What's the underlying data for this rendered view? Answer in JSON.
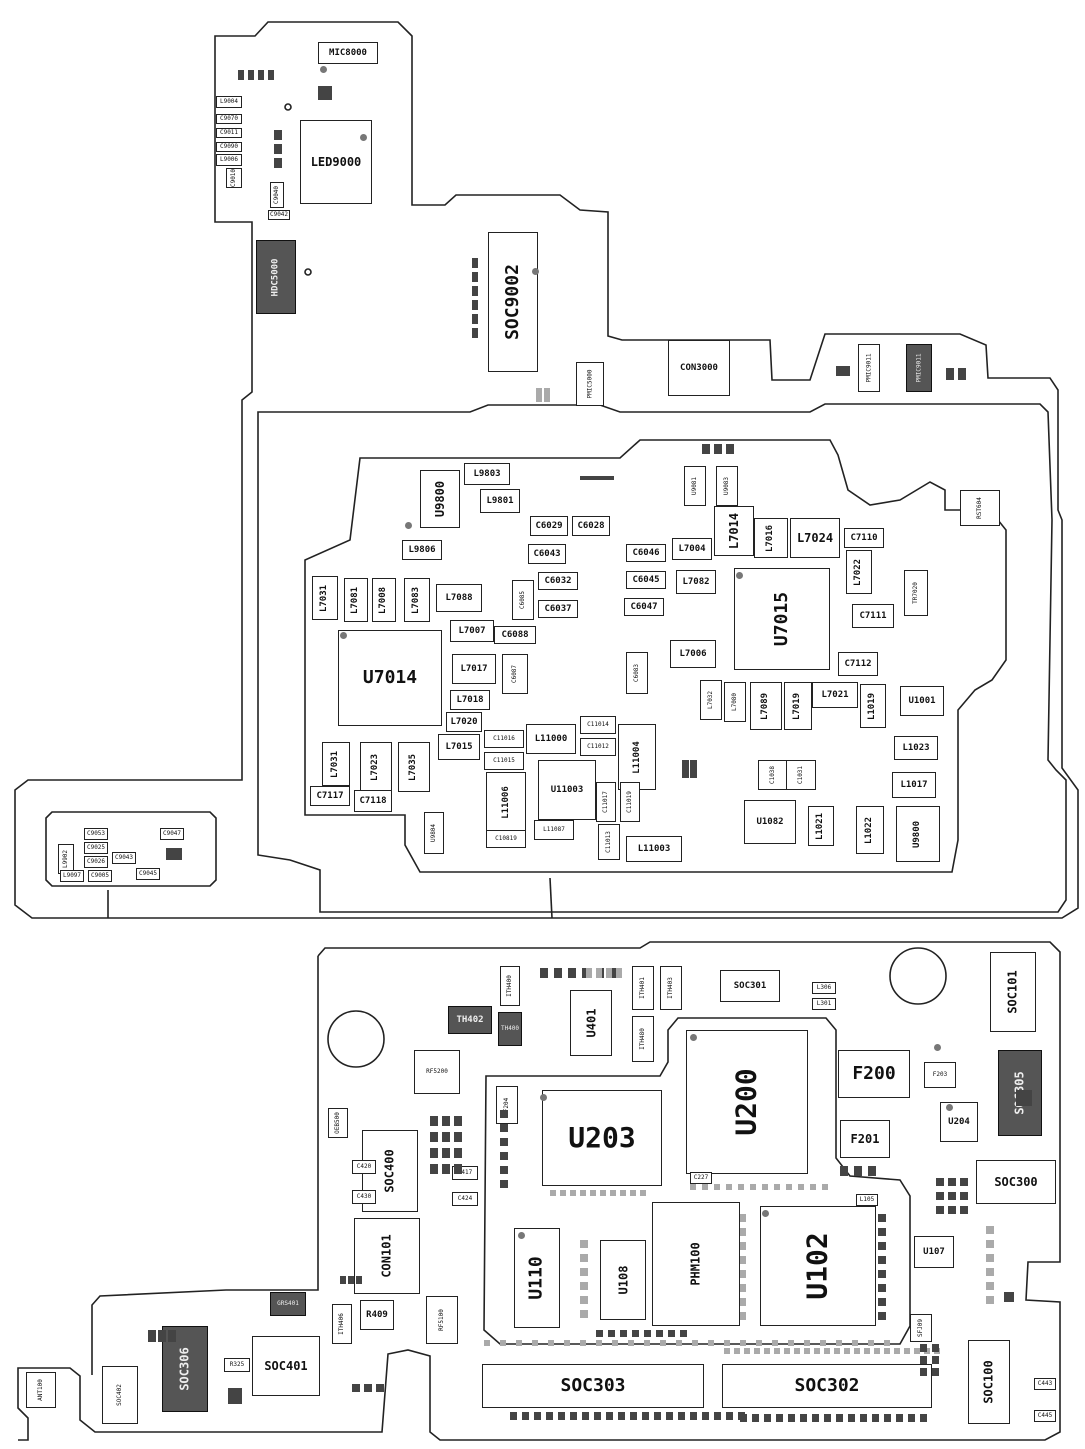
{
  "colors": {
    "outline": "#222222",
    "dark_part": "#555555",
    "mid_part": "#8a8a8a",
    "pin_marker": "#777777"
  },
  "components": {
    "MIC8000": "MIC8000",
    "LED9000": "LED9000",
    "HDC5000": "HDC5000",
    "SOC9002": "SOC9002",
    "CON3000": "CON3000",
    "PMIC9011a": "PMIC9011",
    "PMIC9011b": "PMIC9011",
    "PMIC5000": "PMIC5000",
    "RST604": "RST604",
    "L9004": "L9004",
    "C9070": "C9070",
    "C9011": "C9011",
    "C9090": "C9090",
    "L9006": "L9006",
    "C9042": "C9042",
    "C9010": "C9010",
    "C9040": "C9040",
    "L9803": "L9803",
    "L9801": "L9801",
    "U9800": "U9800",
    "L9806": "L9806",
    "U9081": "U9081",
    "U9083": "U9083",
    "C6029": "C6029",
    "C6028": "C6028",
    "C6043": "C6043",
    "C6046": "C6046",
    "C6045": "C6045",
    "C6032": "C6032",
    "C6037": "C6037",
    "C6047": "C6047",
    "C6088": "C6088",
    "C6087": "C6087",
    "C6083": "C6083",
    "C6085": "C6085",
    "L7014": "L7014",
    "L7016": "L7016",
    "L7024": "L7024",
    "C7110": "C7110",
    "L7004": "L7004",
    "L7022": "L7022",
    "L7082": "L7082",
    "L7081": "L7081",
    "L7008": "L7008",
    "L7083": "L7083",
    "L7031": "L7031",
    "L7088": "L7088",
    "L7007": "L7007",
    "L7017": "L7017",
    "L7006": "L7006",
    "L7018": "L7018",
    "L7020": "L7020",
    "L7015": "L7015",
    "L7023": "L7023",
    "L7035": "L7035",
    "L7032": "L7032",
    "L7089": "L7089",
    "L7019": "L7019",
    "L7021": "L7021",
    "L7080": "L7080",
    "U7014": "U7014",
    "U7015": "U7015",
    "TR7020": "TR7020",
    "C7111": "C7111",
    "C7112": "C7112",
    "C7117": "C7117",
    "C7118": "C7118",
    "L11000": "L11000",
    "C11016": "C11016",
    "C11015": "C11015",
    "C11014": "C11014",
    "C11012": "C11012",
    "L11004": "L11004",
    "L11006": "L11006",
    "U11003": "U11003",
    "C11017": "C11017",
    "C11019": "C11019",
    "L11087": "L11087",
    "C11013": "C11013",
    "L11003": "L11003",
    "C10819": "C10819",
    "L1019": "L1019",
    "U1001": "U1001",
    "L1023": "L1023",
    "L1017": "L1017",
    "L1022": "L1022",
    "U9800b": "U9800",
    "L1021": "L1021",
    "U1082": "U1082",
    "C1038": "C1038",
    "C1031": "C1031",
    "L1021b": "L1021",
    "U9804": "U9804",
    "TH402": "TH402",
    "TH400": "TH400",
    "ITH400": "ITH400",
    "ITH401": "ITH401",
    "ITH403": "ITH403",
    "ITH480": "ITH480",
    "U401": "U401",
    "SOC301": "SOC301",
    "SOC101": "SOC101",
    "RF5200": "RF5200",
    "U200": "U200",
    "U203": "U203",
    "F200": "F200",
    "F203": "F203",
    "F201": "F201",
    "U204": "U204",
    "SOC305": "SOC305",
    "SOC300": "SOC300",
    "F204": "F204",
    "SOC400": "SOC400",
    "CON101": "CON101",
    "GRS401": "GRS401",
    "R409": "R409",
    "ITH406": "ITH406",
    "RF5100": "RF5100",
    "U110": "U110",
    "U108": "U108",
    "PHM100": "PHM100",
    "U102": "U102",
    "U107": "U107",
    "SOC303": "SOC303",
    "SOC302": "SOC302",
    "SOC100": "SOC100",
    "SOC306": "SOC306",
    "SOC401": "SOC401",
    "SOC402": "SOC402",
    "ANT100": "ANT100",
    "R325": "R325",
    "C443": "C443",
    "C445": "C445",
    "OEB500": "OEB500",
    "C227": "C227",
    "L105": "L105",
    "L306": "L306",
    "L301": "L301",
    "SFJ09": "SFJ09",
    "C420": "C420",
    "C430": "C430",
    "C417": "C417",
    "C424": "C424",
    "L9902": "L9902",
    "C9053": "C9053",
    "C9025": "C9025",
    "C9026": "C9026",
    "C9043": "C9043",
    "C9045": "C9045",
    "C9047": "C9047",
    "L9097": "L9097",
    "C9005": "C9005"
  }
}
